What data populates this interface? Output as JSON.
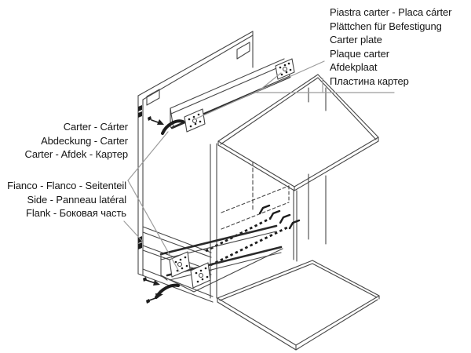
{
  "labels": {
    "carter_plate": {
      "lines": [
        "Piastra carter - Placa cárter",
        "Plättchen für Befestigung",
        "Carter plate",
        "Plaque carter",
        "Afdekplaat",
        "Пластина картер"
      ]
    },
    "carter": {
      "lines": [
        "Carter - Cárter",
        "Abdeckung - Carter",
        "Carter - Afdek - Картер"
      ]
    },
    "side_panel": {
      "lines": [
        "Fianco - Flanco - Seitenteil",
        "Side - Panneau latéral",
        "Flank - Боковая часть"
      ]
    }
  },
  "diagram": {
    "parts": [
      "side-panel",
      "top-carter-bar",
      "bottom-carter-bar",
      "carter-mounting-plates",
      "cabinet-carcass",
      "spring-clips",
      "screw-rows",
      "leader-lines"
    ],
    "colors": {
      "line": "#474747",
      "dark": "#1d1d1d",
      "leader": "#9c9c9c",
      "text": "#161616",
      "background": "#ffffff"
    }
  }
}
